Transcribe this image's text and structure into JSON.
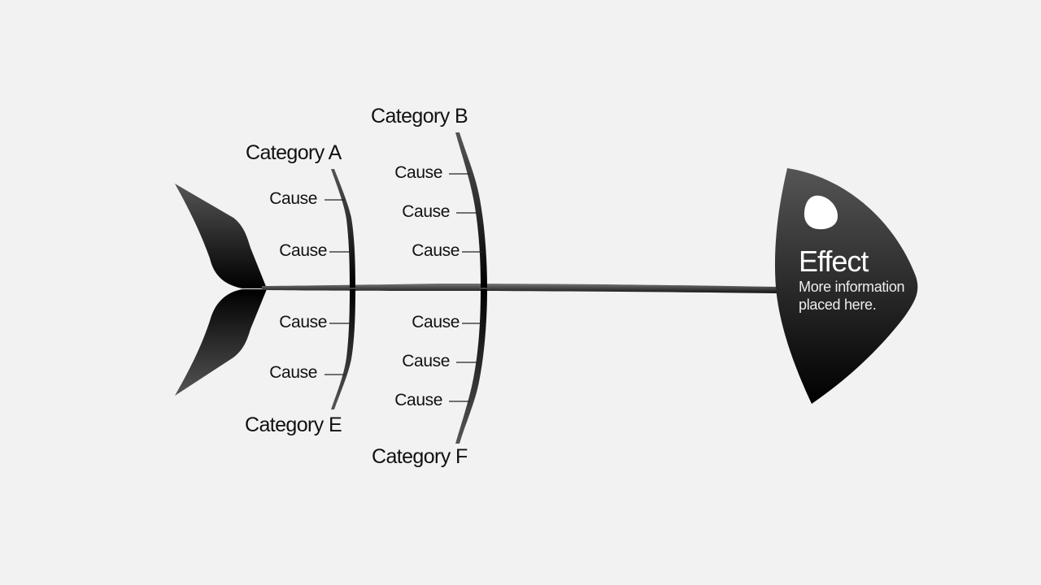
{
  "colors": {
    "background": "#f2f2f2",
    "fish_dark": "#000000",
    "fish_light": "#4d4d4d",
    "text": "#111111"
  },
  "categories": {
    "a": {
      "label": "Category A",
      "causes": [
        "Cause",
        "Cause"
      ]
    },
    "b": {
      "label": "Category B",
      "causes": [
        "Cause",
        "Cause",
        "Cause"
      ]
    },
    "e": {
      "label": "Category E",
      "causes": [
        "Cause",
        "Cause"
      ]
    },
    "f": {
      "label": "Category F",
      "causes": [
        "Cause",
        "Cause",
        "Cause"
      ]
    }
  },
  "effect": {
    "title": "Effect",
    "description": "More information placed here."
  }
}
